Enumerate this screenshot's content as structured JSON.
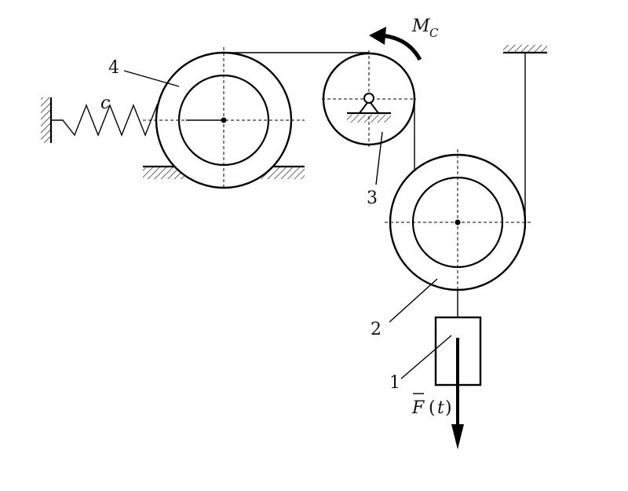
{
  "labels": {
    "body1": "1",
    "body2": "2",
    "body3": "3",
    "body4": "4",
    "spring": "c",
    "moment_main": "M",
    "moment_sub": "C",
    "force_F": "F",
    "force_t": "t"
  },
  "colors": {
    "stroke": "#000000",
    "background": "#ffffff"
  }
}
